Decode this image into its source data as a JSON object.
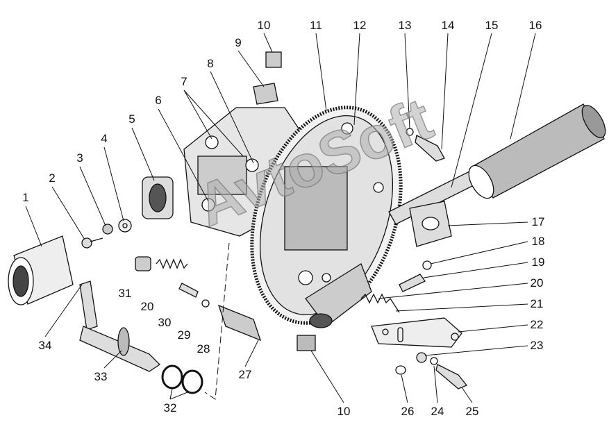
{
  "watermark": "AvtoSoft",
  "part_labels": [
    "1",
    "2",
    "3",
    "4",
    "5",
    "6",
    "7",
    "8",
    "9",
    "10",
    "11",
    "12",
    "13",
    "14",
    "15",
    "16",
    "17",
    "18",
    "19",
    "20",
    "21",
    "22",
    "23",
    "24",
    "25",
    "26",
    "27",
    "28",
    "29",
    "30",
    "31",
    "32",
    "33",
    "34"
  ],
  "labels": {
    "l10a": "10",
    "l11": "11",
    "l12": "12",
    "l13": "13",
    "l14": "14",
    "l15": "15",
    "l16": "16",
    "l9": "9",
    "l8": "8",
    "l7": "7",
    "l6": "6",
    "l5": "5",
    "l4": "4",
    "l3": "3",
    "l2": "2",
    "l1": "1",
    "l17": "17",
    "l18": "18",
    "l19": "19",
    "l20a": "20",
    "l21": "21",
    "l22": "22",
    "l23": "23",
    "l31": "31",
    "l20b": "20",
    "l30": "30",
    "l29": "29",
    "l28": "28",
    "l27": "27",
    "l34": "34",
    "l33": "33",
    "l32": "32",
    "l10b": "10",
    "l26": "26",
    "l24": "24",
    "l25": "25"
  }
}
